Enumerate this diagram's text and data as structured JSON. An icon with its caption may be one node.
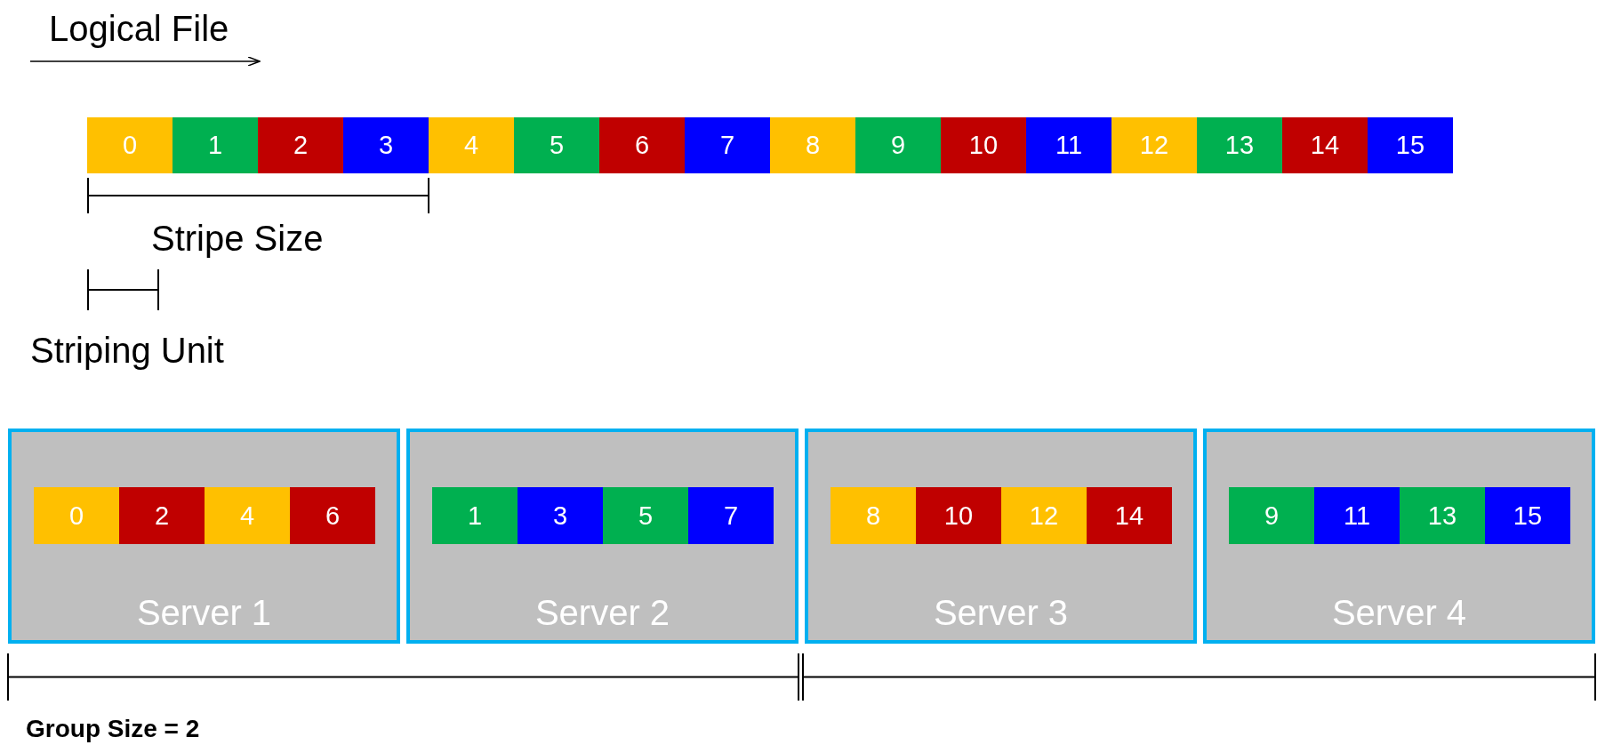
{
  "diagram": {
    "nodes": [
      {
        "text": [
          "0"
        ]
      },
      {
        "text": [
          "1"
        ]
      },
      {
        "text": [
          "2"
        ]
      },
      {
        "text": [
          "3"
        ]
      },
      {
        "text": [
          "4"
        ]
      },
      {
        "text": [
          "5"
        ]
      },
      {
        "text": [
          "6"
        ]
      },
      {
        "text": [
          "7"
        ]
      },
      {
        "text": [
          "8"
        ]
      },
      {
        "text": [
          "9"
        ]
      },
      {
        "text": [
          "10"
        ]
      },
      {
        "text": [
          "11"
        ]
      },
      {
        "text": [
          "12"
        ]
      },
      {
        "text": [
          "13"
        ]
      },
      {
        "text": [
          "14"
        ]
      },
      {
        "text": [
          "15"
        ]
      },
      {
        "text": [
          "Server 1"
        ]
      },
      {
        "text": [
          "0"
        ],
        "in": 16
      },
      {
        "text": [
          "2"
        ],
        "in": 16
      },
      {
        "text": [
          "4"
        ],
        "in": 16
      },
      {
        "text": [
          "6"
        ],
        "in": 16
      },
      {
        "text": [
          "Server 2"
        ]
      },
      {
        "text": [
          "1"
        ],
        "in": 21
      },
      {
        "text": [
          "3"
        ],
        "in": 21
      },
      {
        "text": [
          "5"
        ],
        "in": 21
      },
      {
        "text": [
          "7"
        ],
        "in": 21
      },
      {
        "text": [
          "Server 3"
        ]
      },
      {
        "text": [
          "8"
        ],
        "in": 26
      },
      {
        "text": [
          "10"
        ],
        "in": 26
      },
      {
        "text": [
          "12"
        ],
        "in": 26
      },
      {
        "text": [
          "14"
        ],
        "in": 26
      },
      {
        "text": [
          "Server 4"
        ]
      },
      {
        "text": [
          "9"
        ],
        "in": 31
      },
      {
        "text": [
          "11"
        ],
        "in": 31
      },
      {
        "text": [
          "13"
        ],
        "in": 31
      },
      {
        "text": [
          "15"
        ],
        "in": 31
      }
    ],
    "labels": [
      "Logical File",
      "Stripe Size",
      "Striping Unit",
      "Group Size = 2"
    ]
  }
}
